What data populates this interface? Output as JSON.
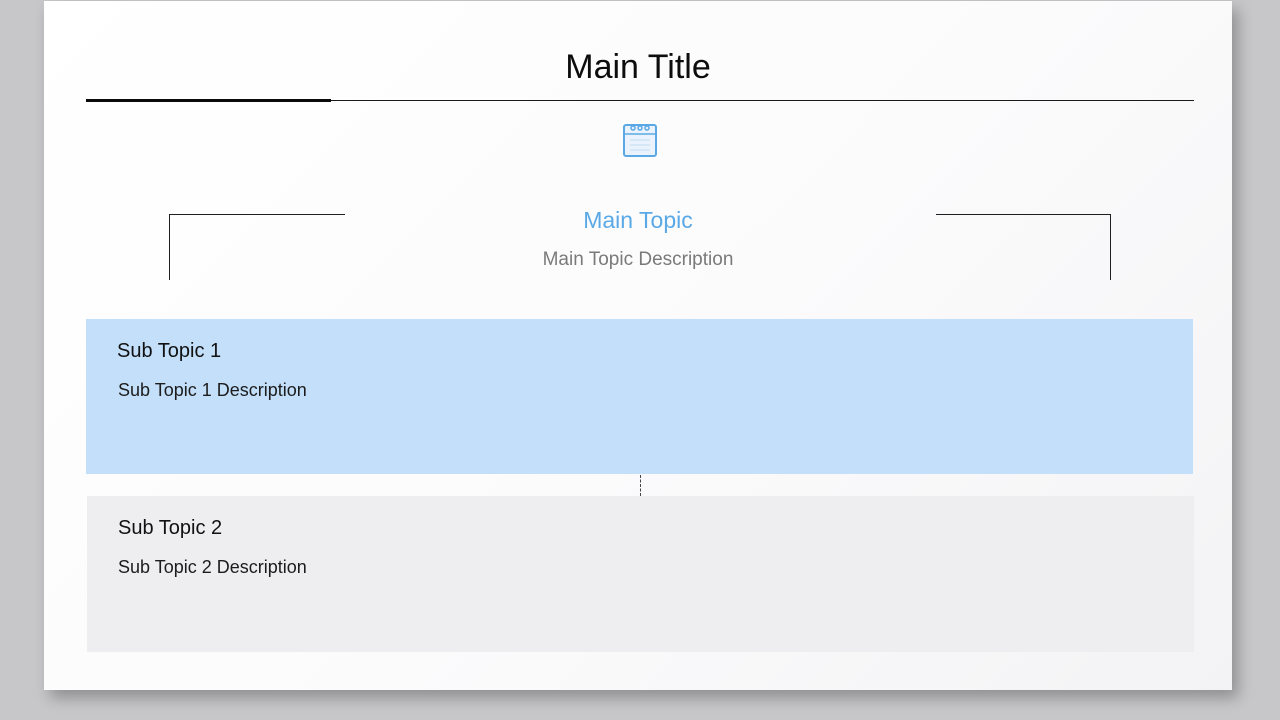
{
  "slide": {
    "title": "Main Title",
    "icon": "notepad-icon",
    "main_topic": {
      "label": "Main Topic",
      "description": "Main Topic Description"
    },
    "sub_topics": [
      {
        "label": "Sub Topic 1",
        "description": "Sub Topic 1 Description",
        "background": "#c3dffa"
      },
      {
        "label": "Sub Topic 2",
        "description": "Sub Topic 2 Description",
        "background": "#eeeef0"
      }
    ]
  },
  "colors": {
    "accent": "#5aa9e6",
    "page_background": "#c7c7c9",
    "muted_text": "#7a7a7a"
  }
}
